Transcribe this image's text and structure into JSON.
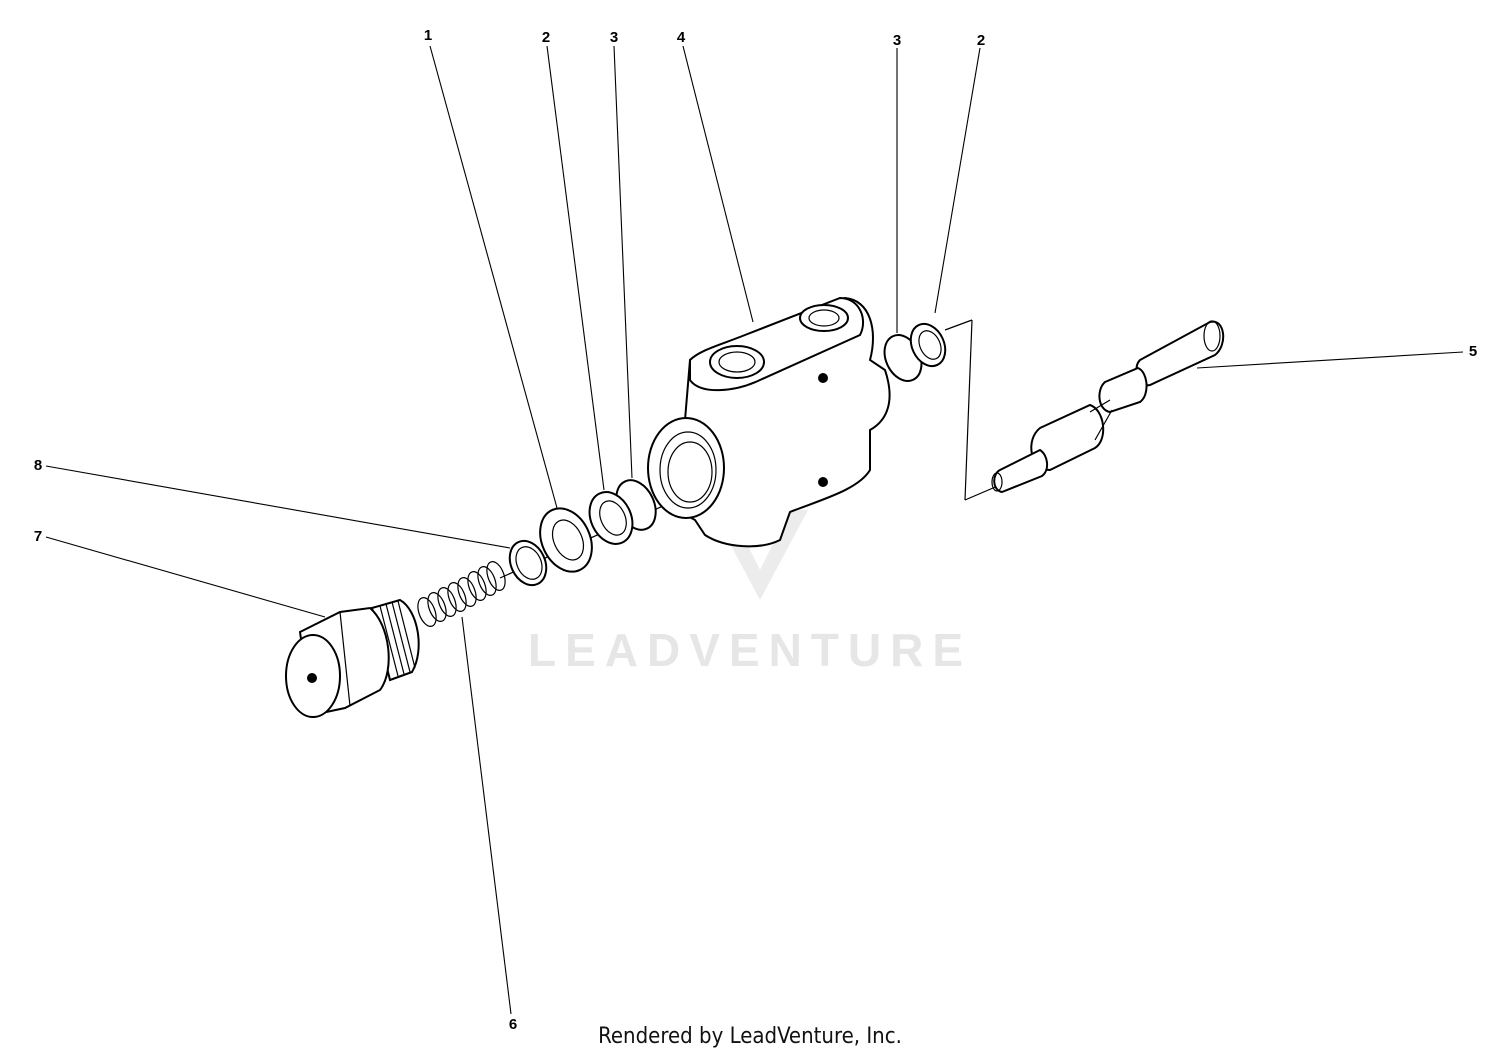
{
  "watermark": {
    "text": "LEADVENTURE"
  },
  "footer": {
    "text": "Rendered by LeadVenture, Inc."
  },
  "callouts": [
    {
      "id": "c1",
      "label": "1"
    },
    {
      "id": "c2a",
      "label": "2"
    },
    {
      "id": "c3a",
      "label": "3"
    },
    {
      "id": "c4",
      "label": "4"
    },
    {
      "id": "c3b",
      "label": "3"
    },
    {
      "id": "c2b",
      "label": "2"
    },
    {
      "id": "c5",
      "label": "5"
    },
    {
      "id": "c8",
      "label": "8"
    },
    {
      "id": "c7",
      "label": "7"
    },
    {
      "id": "c6",
      "label": "6"
    }
  ]
}
